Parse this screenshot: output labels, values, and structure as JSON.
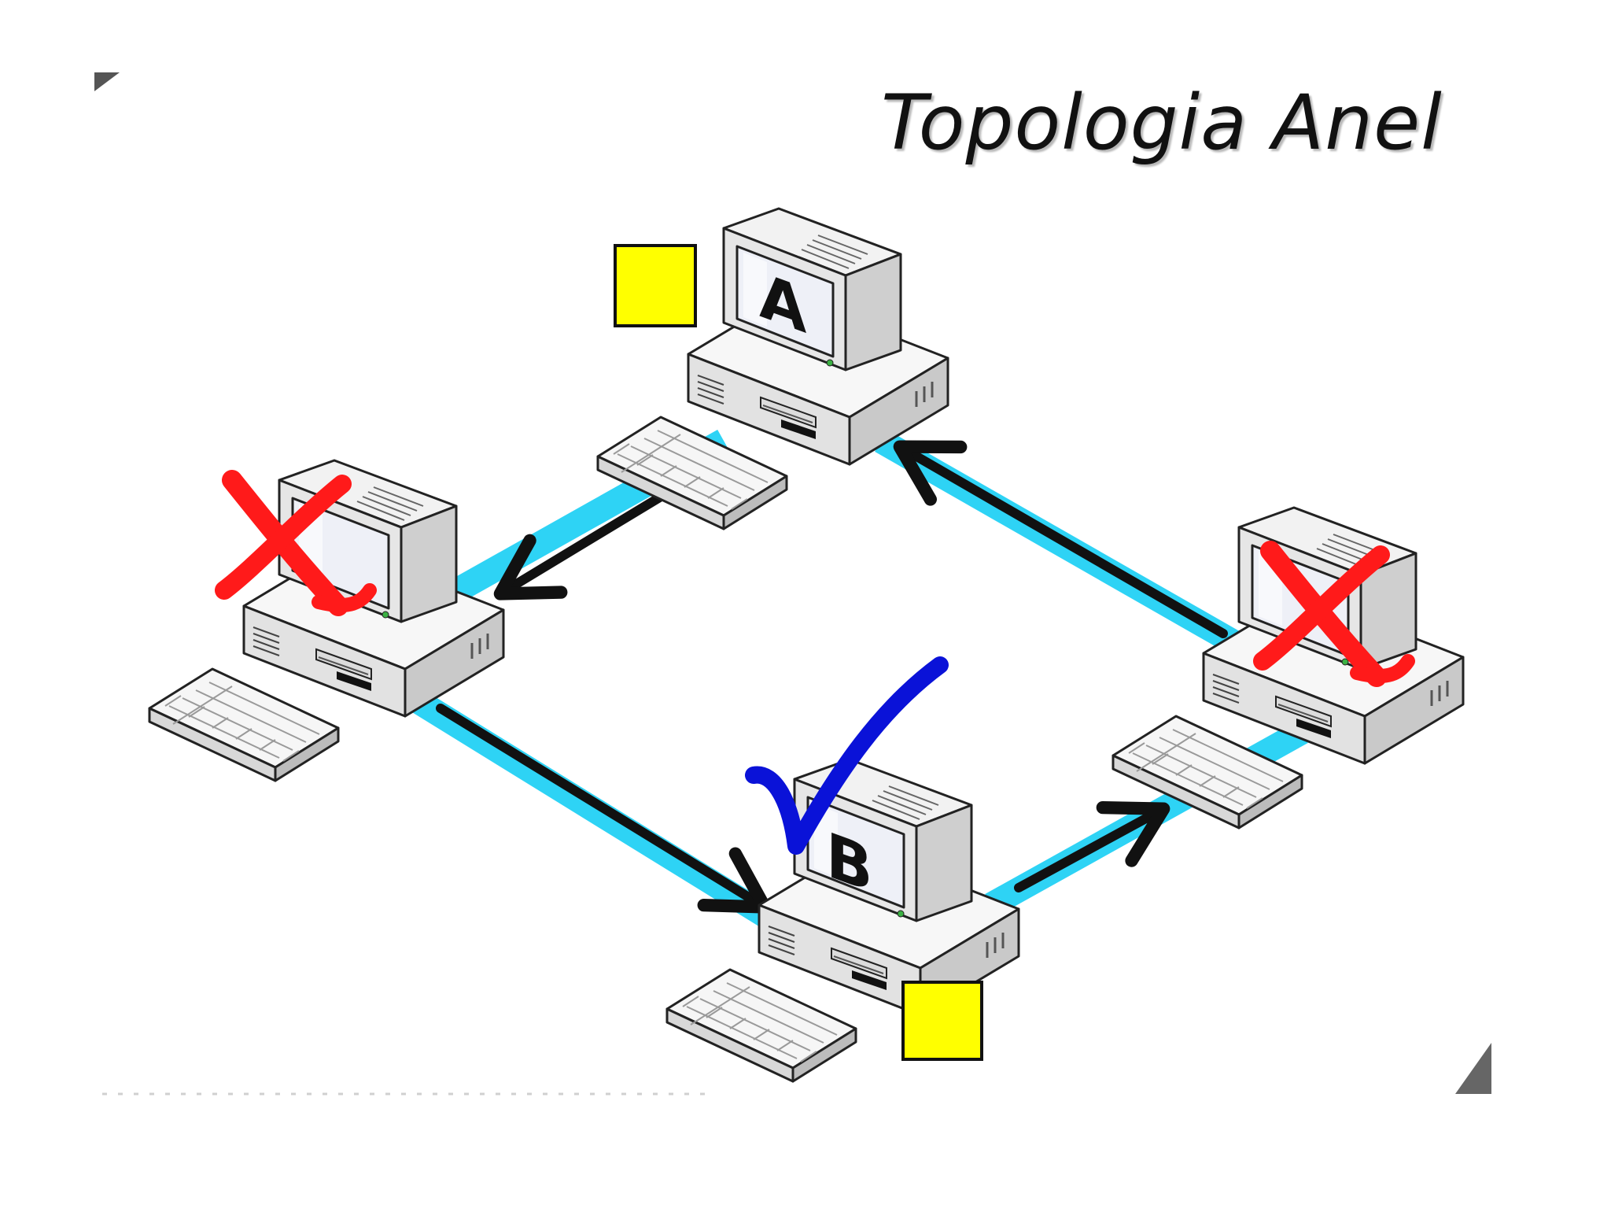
{
  "title": "Topologia Anel",
  "nodes": {
    "a": {
      "label": "A",
      "status": "token-holder"
    },
    "b": {
      "label": "B",
      "status": "destination-accepted"
    },
    "left": {
      "status": "rejected"
    },
    "right": {
      "status": "rejected"
    }
  },
  "colors": {
    "ring_link": "#2ed3f5",
    "arrow": "#111111",
    "token": "#ffff00",
    "reject_mark": "#ff1a1a",
    "accept_mark": "#0a12d8"
  },
  "icons": [
    "computer-icon",
    "keyboard-icon",
    "reject-x-icon",
    "checkmark-icon",
    "token-square",
    "flow-arrow"
  ]
}
